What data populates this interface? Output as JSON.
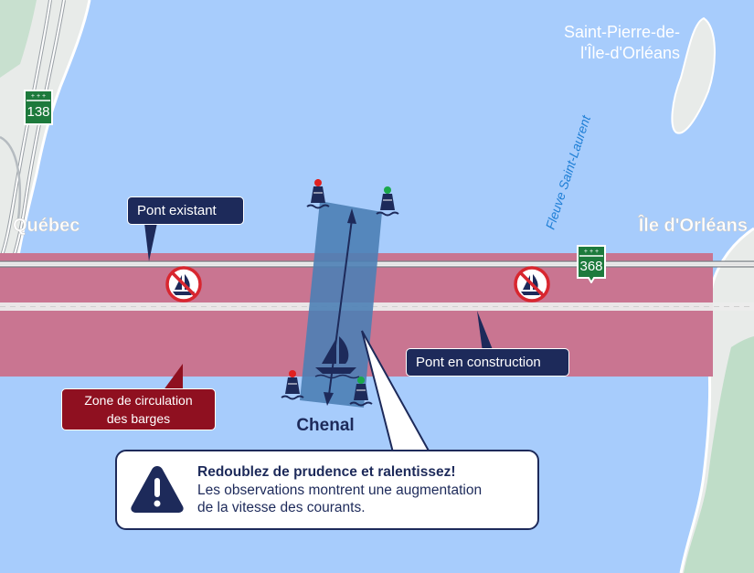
{
  "labels": {
    "place_saint_pierre_line1": "Saint-Pierre-de-",
    "place_saint_pierre_line2": "l'Île-d'Orléans",
    "place_quebec": "Québec",
    "place_ile_orleans": "Île d'Orléans",
    "river": "Fleuve Saint-Laurent",
    "channel": "Chenal"
  },
  "callouts": {
    "existing_bridge": "Pont existant",
    "new_bridge": "Pont en construction",
    "barge_zone_line1": "Zone de circulation",
    "barge_zone_line2": "des barges"
  },
  "routes": [
    {
      "number": "138"
    },
    {
      "number": "368"
    }
  ],
  "warning": {
    "title": "Redoublez de prudence et ralentissez!",
    "line1": "Les observations montrent une augmentation",
    "line2": "de la vitesse des courants."
  },
  "colors": {
    "water": "#a7ccfc",
    "land_light": "#e8ebe9",
    "land_green": "#bfddc8",
    "barge_zone": "#c97591",
    "channel": "#4d80b5",
    "navy": "#1d2a5a",
    "alert_red": "#8f1020"
  },
  "icons": [
    "no-sailing-icon",
    "buoy-red-icon",
    "buoy-green-icon",
    "sailboat-icon",
    "warning-icon",
    "route-shield-icon"
  ]
}
